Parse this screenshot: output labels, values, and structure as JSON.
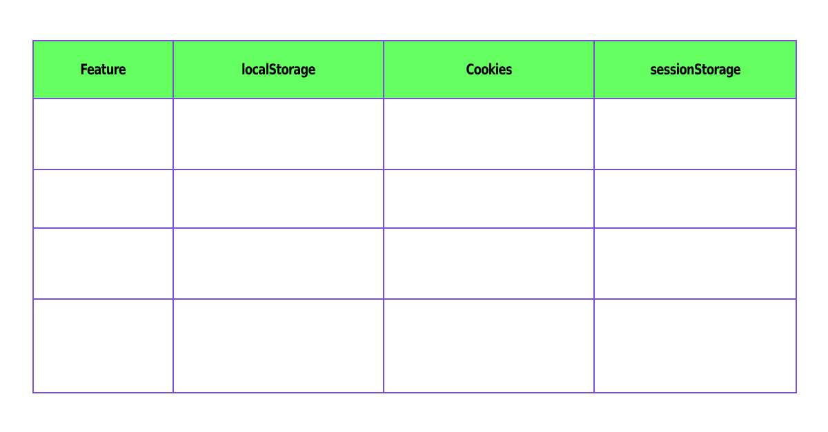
{
  "table": {
    "headers": [
      "Feature",
      "localStorage",
      "Cookies",
      "sessionStorage"
    ],
    "rows": [
      [
        "",
        "",
        "",
        ""
      ],
      [
        "",
        "",
        "",
        ""
      ],
      [
        "",
        "",
        "",
        ""
      ],
      [
        "",
        "",
        "",
        ""
      ]
    ]
  },
  "colors": {
    "header_background": "#66ff61",
    "border": "#7a4fd6",
    "header_text": "#000000",
    "cell_background": "#ffffff"
  }
}
